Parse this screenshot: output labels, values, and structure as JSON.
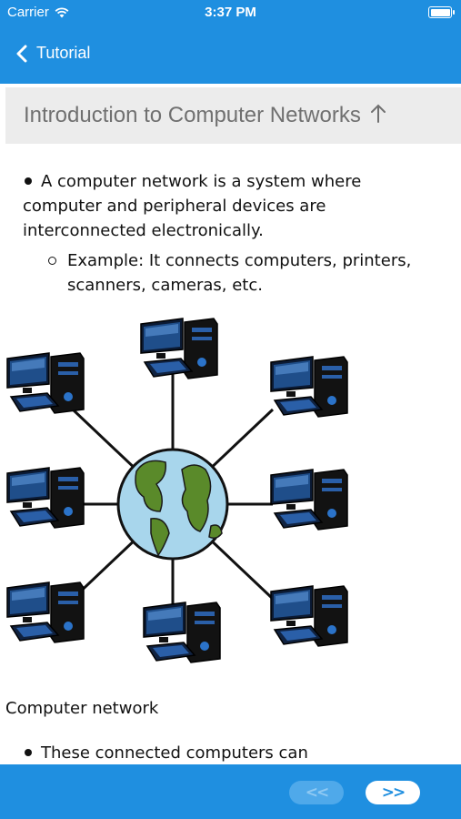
{
  "status_bar": {
    "carrier": "Carrier",
    "time": "3:37 PM"
  },
  "nav": {
    "back_label": "Tutorial"
  },
  "section": {
    "title": "Introduction to Computer Networks"
  },
  "content": {
    "bullet1_lines": [
      "A computer network is a system where",
      "computer and peripheral devices are",
      "interconnected electronically."
    ],
    "sub_bullet_lines": [
      "Example: It connects computers, printers,",
      "scanners, cameras, etc."
    ],
    "caption": "Computer network",
    "bullet2": "These connected computers can"
  },
  "bottom_bar": {
    "prev_label": "<<",
    "next_label": ">>"
  },
  "colors": {
    "primary": "#1f8fe0",
    "header_bg": "#ececec",
    "title_gray": "#707070"
  }
}
